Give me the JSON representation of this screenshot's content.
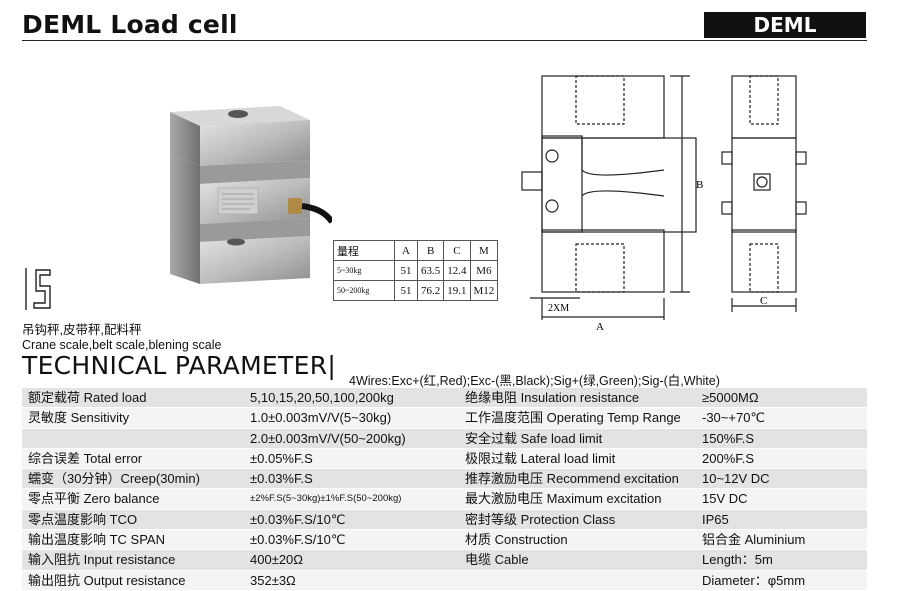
{
  "header": {
    "title": "DEML  Load cell",
    "badge": "DEML"
  },
  "dims_table": {
    "headers": [
      "量程",
      "A",
      "B",
      "C",
      "M"
    ],
    "rows": [
      [
        "5~30kg",
        "51",
        "63.5",
        "12.4",
        "M6"
      ],
      [
        "50~200kg",
        "51",
        "76.2",
        "19.1",
        "M12"
      ]
    ]
  },
  "drawing_labels": {
    "dim_a": "A",
    "dim_b": "B",
    "dim_c": "C",
    "dim_2xm": "2XM"
  },
  "captions": {
    "cn": "吊钩秤,皮带秤,配料秤",
    "en": "Crane scale,belt scale,blening scale"
  },
  "technical": {
    "title": "TECHNICAL PARAMETER|",
    "wires": "4Wires:Exc+(红,Red);Exc-(黑,Black);Sig+(绿,Green);Sig-(白,White)"
  },
  "params": [
    {
      "l1": "额定载荷 Rated load",
      "v1": "5,10,15,20,50,100,200kg",
      "l2": "绝缘电阻 Insulation resistance",
      "v2": "≥5000MΩ"
    },
    {
      "l1": "灵敏度 Sensitivity",
      "v1": "1.0±0.003mV/V(5~30kg)",
      "l2": "工作温度范围 Operating Temp Range",
      "v2": "-30~+70℃"
    },
    {
      "l1": "",
      "v1": "2.0±0.003mV/V(50~200kg)",
      "l2": "安全过载 Safe load limit",
      "v2": "150%F.S"
    },
    {
      "l1": "综合误差 Total error",
      "v1": "±0.05%F.S",
      "l2": "极限过载 Lateral load limit",
      "v2": "200%F.S"
    },
    {
      "l1": "蠕变（30分钟）Creep(30min)",
      "v1": "±0.03%F.S",
      "l2": "推荐激励电压 Recommend excitation",
      "v2": "10~12V DC"
    },
    {
      "l1": "零点平衡 Zero balance",
      "v1": "±2%F.S(5~30kg)±1%F.S(50~200kg)",
      "l2": "最大激励电压 Maximum excitation",
      "v2": "15V DC"
    },
    {
      "l1": "零点温度影响 TCO",
      "v1": "±0.03%F.S/10℃",
      "l2": "密封等级 Protection Class",
      "v2": "IP65"
    },
    {
      "l1": "输出温度影响 TC SPAN",
      "v1": "±0.03%F.S/10℃",
      "l2": "材质 Construction",
      "v2": "铝合金 Aluminium"
    },
    {
      "l1": "输入阻抗 Input resistance",
      "v1": "400±20Ω",
      "l2": "电缆  Cable",
      "v2": "Length：5m"
    },
    {
      "l1": "输出阻抗 Output resistance",
      "v1": "352±3Ω",
      "l2": "",
      "v2": "Diameter：φ5mm"
    }
  ]
}
